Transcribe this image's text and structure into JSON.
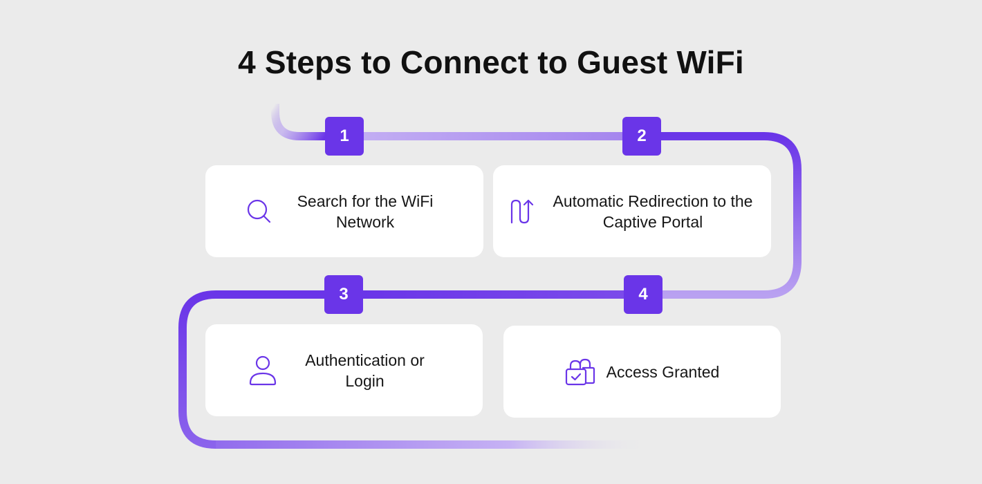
{
  "title": "4 Steps to Connect to Guest WiFi",
  "colors": {
    "background": "#ebebeb",
    "accent": "#6a35e8",
    "accent_light": "#b59cf0",
    "card": "#ffffff",
    "text": "#121212"
  },
  "steps": [
    {
      "number": "1",
      "label": "Search for the WiFi Network",
      "icon": "search-icon"
    },
    {
      "number": "2",
      "label": "Automatic Redirection to the Captive Portal",
      "icon": "redirect-arrow-icon"
    },
    {
      "number": "3",
      "label": "Authentication or Login",
      "icon": "user-icon"
    },
    {
      "number": "4",
      "label": "Access Granted",
      "icon": "lock-check-icon"
    }
  ]
}
